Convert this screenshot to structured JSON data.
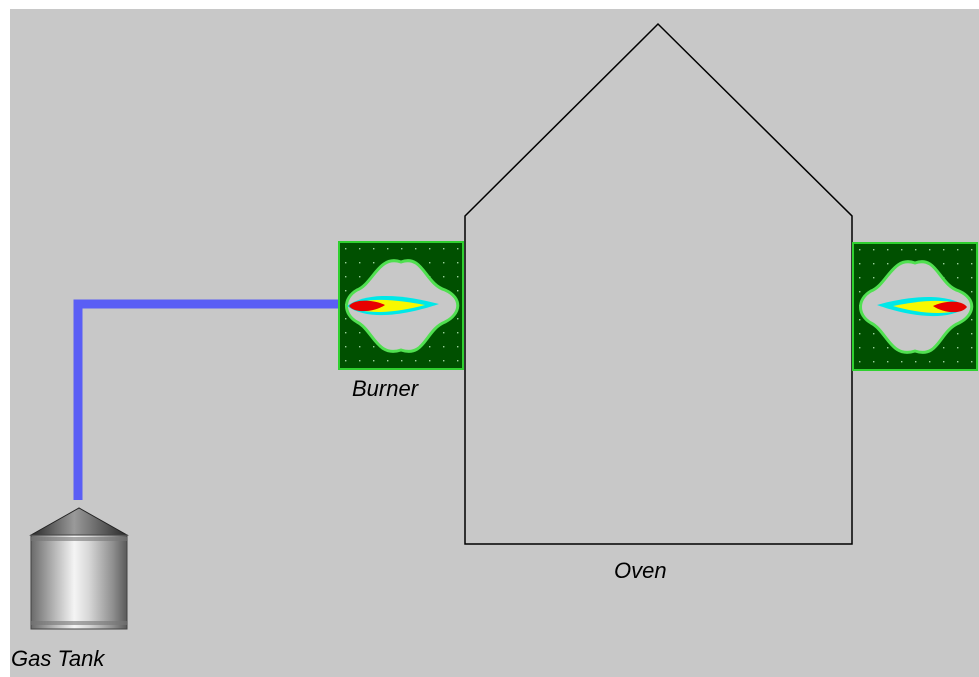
{
  "colors": {
    "background": "#c8c8c8",
    "pipe": "#5a5ef5",
    "burner_bg": "#005000",
    "burner_border": "#30d030",
    "flame_halo": "#c8c8c8",
    "flame_outline": "#50e050",
    "flame_outer": "#00e8e8",
    "flame_mid": "#f8f800",
    "flame_core": "#e80000",
    "outline": "#000000"
  },
  "labels": {
    "burner": "Burner",
    "oven": "Oven",
    "gas_tank": "Gas Tank"
  },
  "icons": {
    "tank": "gas-tank-icon",
    "burner": "burner-flame-icon"
  }
}
